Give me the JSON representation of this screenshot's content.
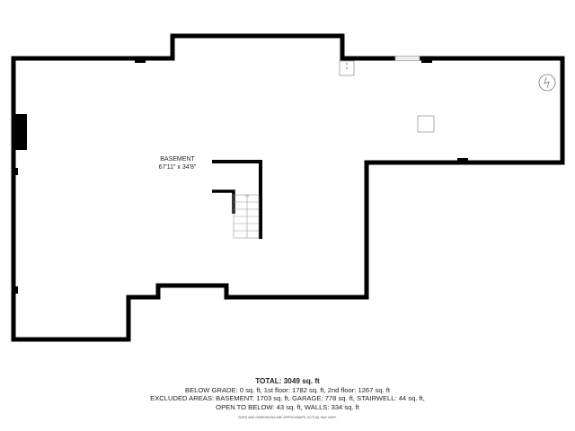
{
  "room": {
    "name": "BASEMENT",
    "dimensions": "67'11\" x 34'8\""
  },
  "summary": {
    "total": "TOTAL: 3049 sq. ft",
    "line1": "BELOW GRADE: 0 sq. ft, 1st floor: 1782 sq. ft, 2nd floor: 1267 sq. ft",
    "line2": "EXCLUDED AREAS: BASEMENT: 1703 sq. ft, GARAGE: 778 sq. ft, STAIRWELL: 44 sq. ft,",
    "line3": "OPEN TO BELOW: 43 sq. ft, WALLS: 334 sq. ft",
    "disclaimer": "SIZES AND DIMENSIONS ARE APPROXIMATE, ACTUAL MAY VARY."
  },
  "colors": {
    "wall": "#000000",
    "fixture": "#999999"
  }
}
